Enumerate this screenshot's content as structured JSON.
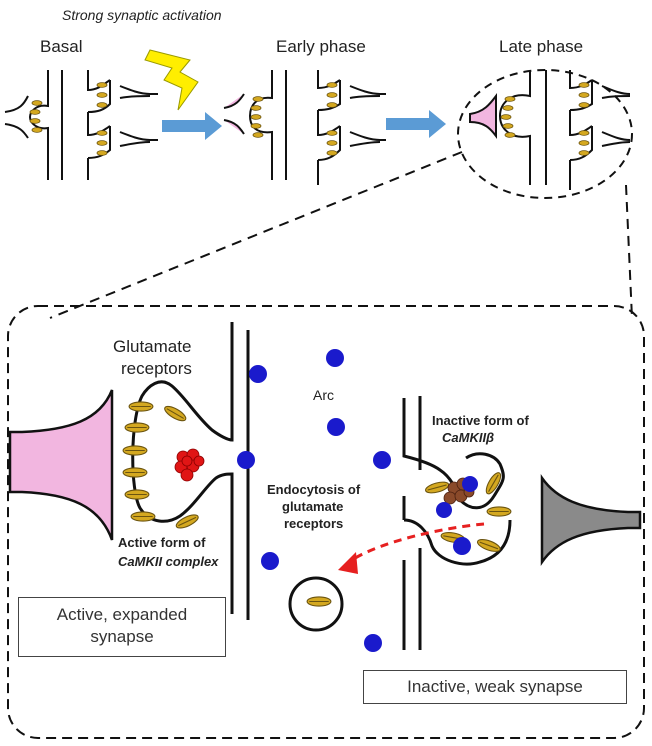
{
  "header": {
    "activation": "Strong synaptic activation",
    "stage_basal": "Basal",
    "stage_early": "Early phase",
    "stage_late": "Late phase"
  },
  "detail": {
    "glutamate_line1": "Glutamate",
    "glutamate_line2": "receptors",
    "arc": "Arc",
    "inactive_line1": "Inactive form of",
    "inactive_line2": "CaMKIIβ",
    "endo_line1": "Endocytosis of",
    "endo_line2": "glutamate",
    "endo_line3": "receptors",
    "active_line1": "Active form of",
    "active_line2": "CaMKII complex",
    "active_box_line1": "Active, expanded",
    "active_box_line2": "synapse",
    "inactive_box": "Inactive, weak synapse"
  },
  "colors": {
    "receptor": "#d4a820",
    "receptor_stroke": "#6b5410",
    "pink_terminal": "#f2b6e0",
    "gray_terminal": "#8a8a8a",
    "arc_dot": "#1a1acc",
    "camkii_active": "#e01515",
    "camkii_inactive": "#8a4a2a",
    "arrow_blue": "#5b9bd5",
    "endocytosis_arrow": "#e62020",
    "lightning": "#ffee00"
  }
}
